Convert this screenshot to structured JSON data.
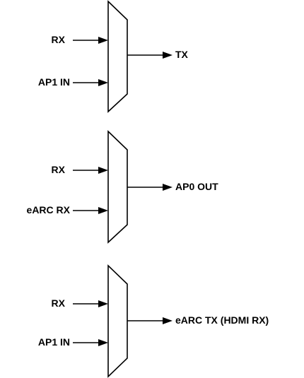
{
  "muxes": [
    {
      "inputs": [
        "RX",
        "AP1 IN"
      ],
      "output": "TX"
    },
    {
      "inputs": [
        "RX",
        "eARC RX"
      ],
      "output": "AP0 OUT"
    },
    {
      "inputs": [
        "RX",
        "AP1 IN"
      ],
      "output": "eARC TX (HDMI RX)"
    }
  ]
}
